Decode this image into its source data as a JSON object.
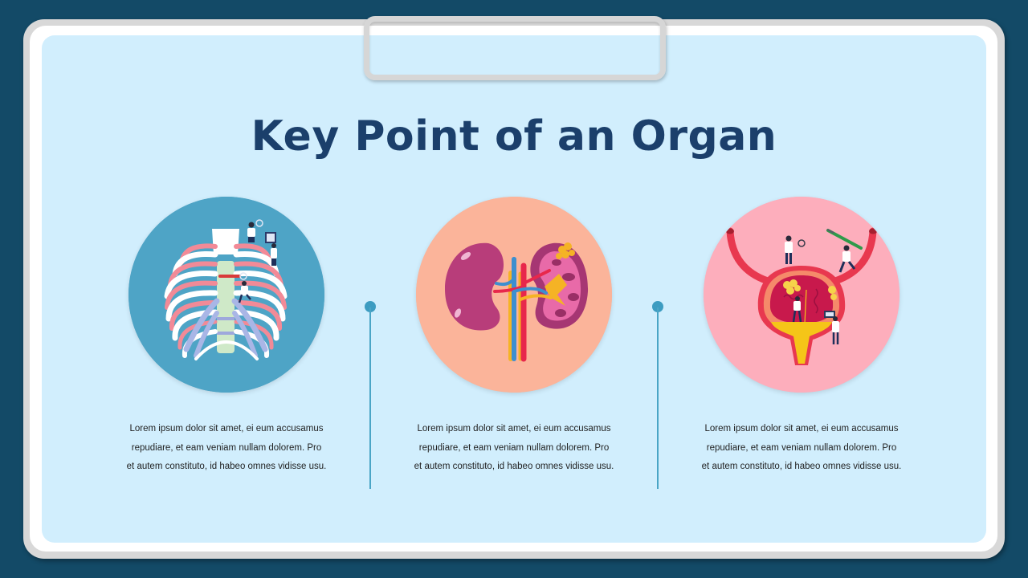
{
  "slide": {
    "title": "Key Point of an Organ",
    "colors": {
      "background": "#134a67",
      "frame_border": "#d8d8d8",
      "frame_inner": "#ffffff",
      "panel": "#d1eefd",
      "title": "#1b3f6b",
      "divider": "#3d9cc1"
    }
  },
  "organs": [
    {
      "name": "ribcage",
      "icon": "ribcage-illustration-icon",
      "circle_color": "#4ea4c6",
      "description_lines": [
        "Lorem  ipsum dolor sit amet, ei eum  accusamus",
        "repudiare, et eam  veniam nullam dolorem. Pro",
        "et autem  constituto, id habeo omnes vidisse usu."
      ]
    },
    {
      "name": "kidneys",
      "icon": "kidneys-illustration-icon",
      "circle_color": "#fbb49a",
      "description_lines": [
        "Lorem  ipsum dolor sit amet, ei eum  accusamus",
        "repudiare, et eam  veniam nullam dolorem. Pro",
        "et autem  constituto, id habeo omnes vidisse usu."
      ]
    },
    {
      "name": "bladder",
      "icon": "bladder-illustration-icon",
      "circle_color": "#fdaebc",
      "description_lines": [
        "Lorem  ipsum dolor sit amet, ei eum  accusamus",
        "repudiare, et eam  veniam nullam dolorem. Pro",
        "et autem  constituto, id habeo omnes vidisse usu."
      ]
    }
  ]
}
